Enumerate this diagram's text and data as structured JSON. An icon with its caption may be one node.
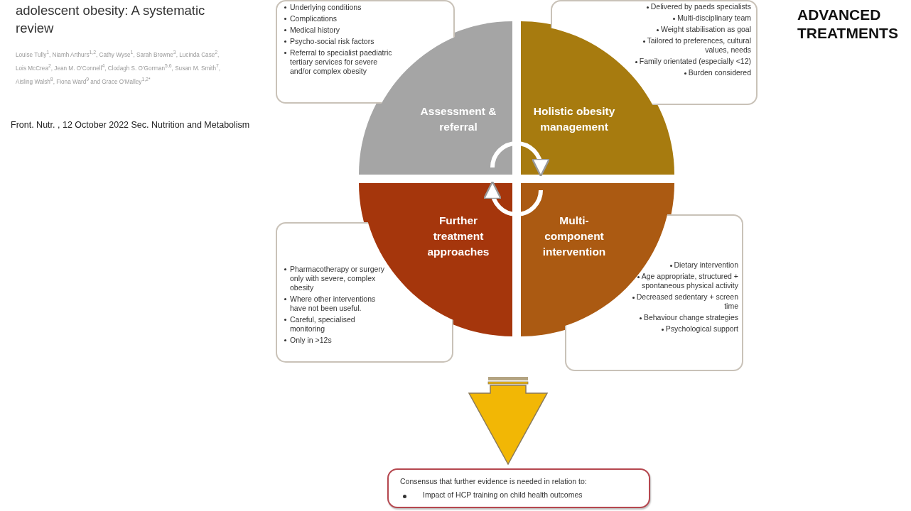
{
  "diagram": {
    "title": "adolescent obesity: A systematic review",
    "nodes": [
      {
        "text": [
          "Underlying conditions",
          "Complications",
          "Medical history",
          "Psycho-social risk factors",
          "Referral to specialist paediatric tertiary services for severe and/or complex obesity"
        ]
      },
      {
        "text": [
          "Delivered by paeds specialists",
          "Multi-disciplinary team",
          "Weight stabilisation as goal",
          "Tailored to preferences, cultural values, needs",
          "Family orientated (especially <12)",
          "Burden considered"
        ]
      },
      {
        "text": [
          "Pharmacotherapy or surgery only with severe, complex obesity",
          "Where other interventions have not been useful.",
          "Careful, specialised monitoring",
          "Only in >12s"
        ]
      },
      {
        "text": [
          "Dietary intervention",
          "Age appropriate, structured + spontaneous physical activity",
          "Decreased sedentary + screen time",
          "Behaviour change strategies",
          "Psychological support"
        ]
      },
      {
        "text": [
          "Assessment & referral"
        ]
      },
      {
        "text": [
          "Holistic obesity management"
        ]
      },
      {
        "text": [
          "Further treatment approaches"
        ]
      },
      {
        "text": [
          "Multi-component intervention"
        ]
      },
      {
        "text": [
          "Consensus that further evidence is needed in relation to:",
          "Impact of HCP training on child health outcomes"
        ]
      }
    ],
    "edges": [
      {
        "from": 4,
        "to": 5,
        "arrow": "to"
      },
      {
        "from": 7,
        "to": 6,
        "arrow": "to"
      },
      {
        "from": null,
        "to": 8,
        "arrow": "to",
        "style": "thick",
        "color": "#f2b705"
      }
    ],
    "labels": [
      "Louise Tully$^{1}$, Niamh Arthurs$^{1,2}$, Cathy Wyse$^{1}$, Sarah Browne$^{3}$, Lucinda Case$^{2}$, Lois McCrea$^{2}$, Jean M. O'Connell$^{4}$, Clodagh S. O'Gorman$^{5,6}$, Susan M. Smith$^{7}$, Aisling Walsh$^{8}$, Fiona Ward$^{9}$ and Grace O'Malley$^{1,2*}$",
      "Front. Nutr. , 12 October 2022 Sec. Nutrition and Metabolism",
      "ADVANCED",
      "TREATMENTS"
    ]
  }
}
